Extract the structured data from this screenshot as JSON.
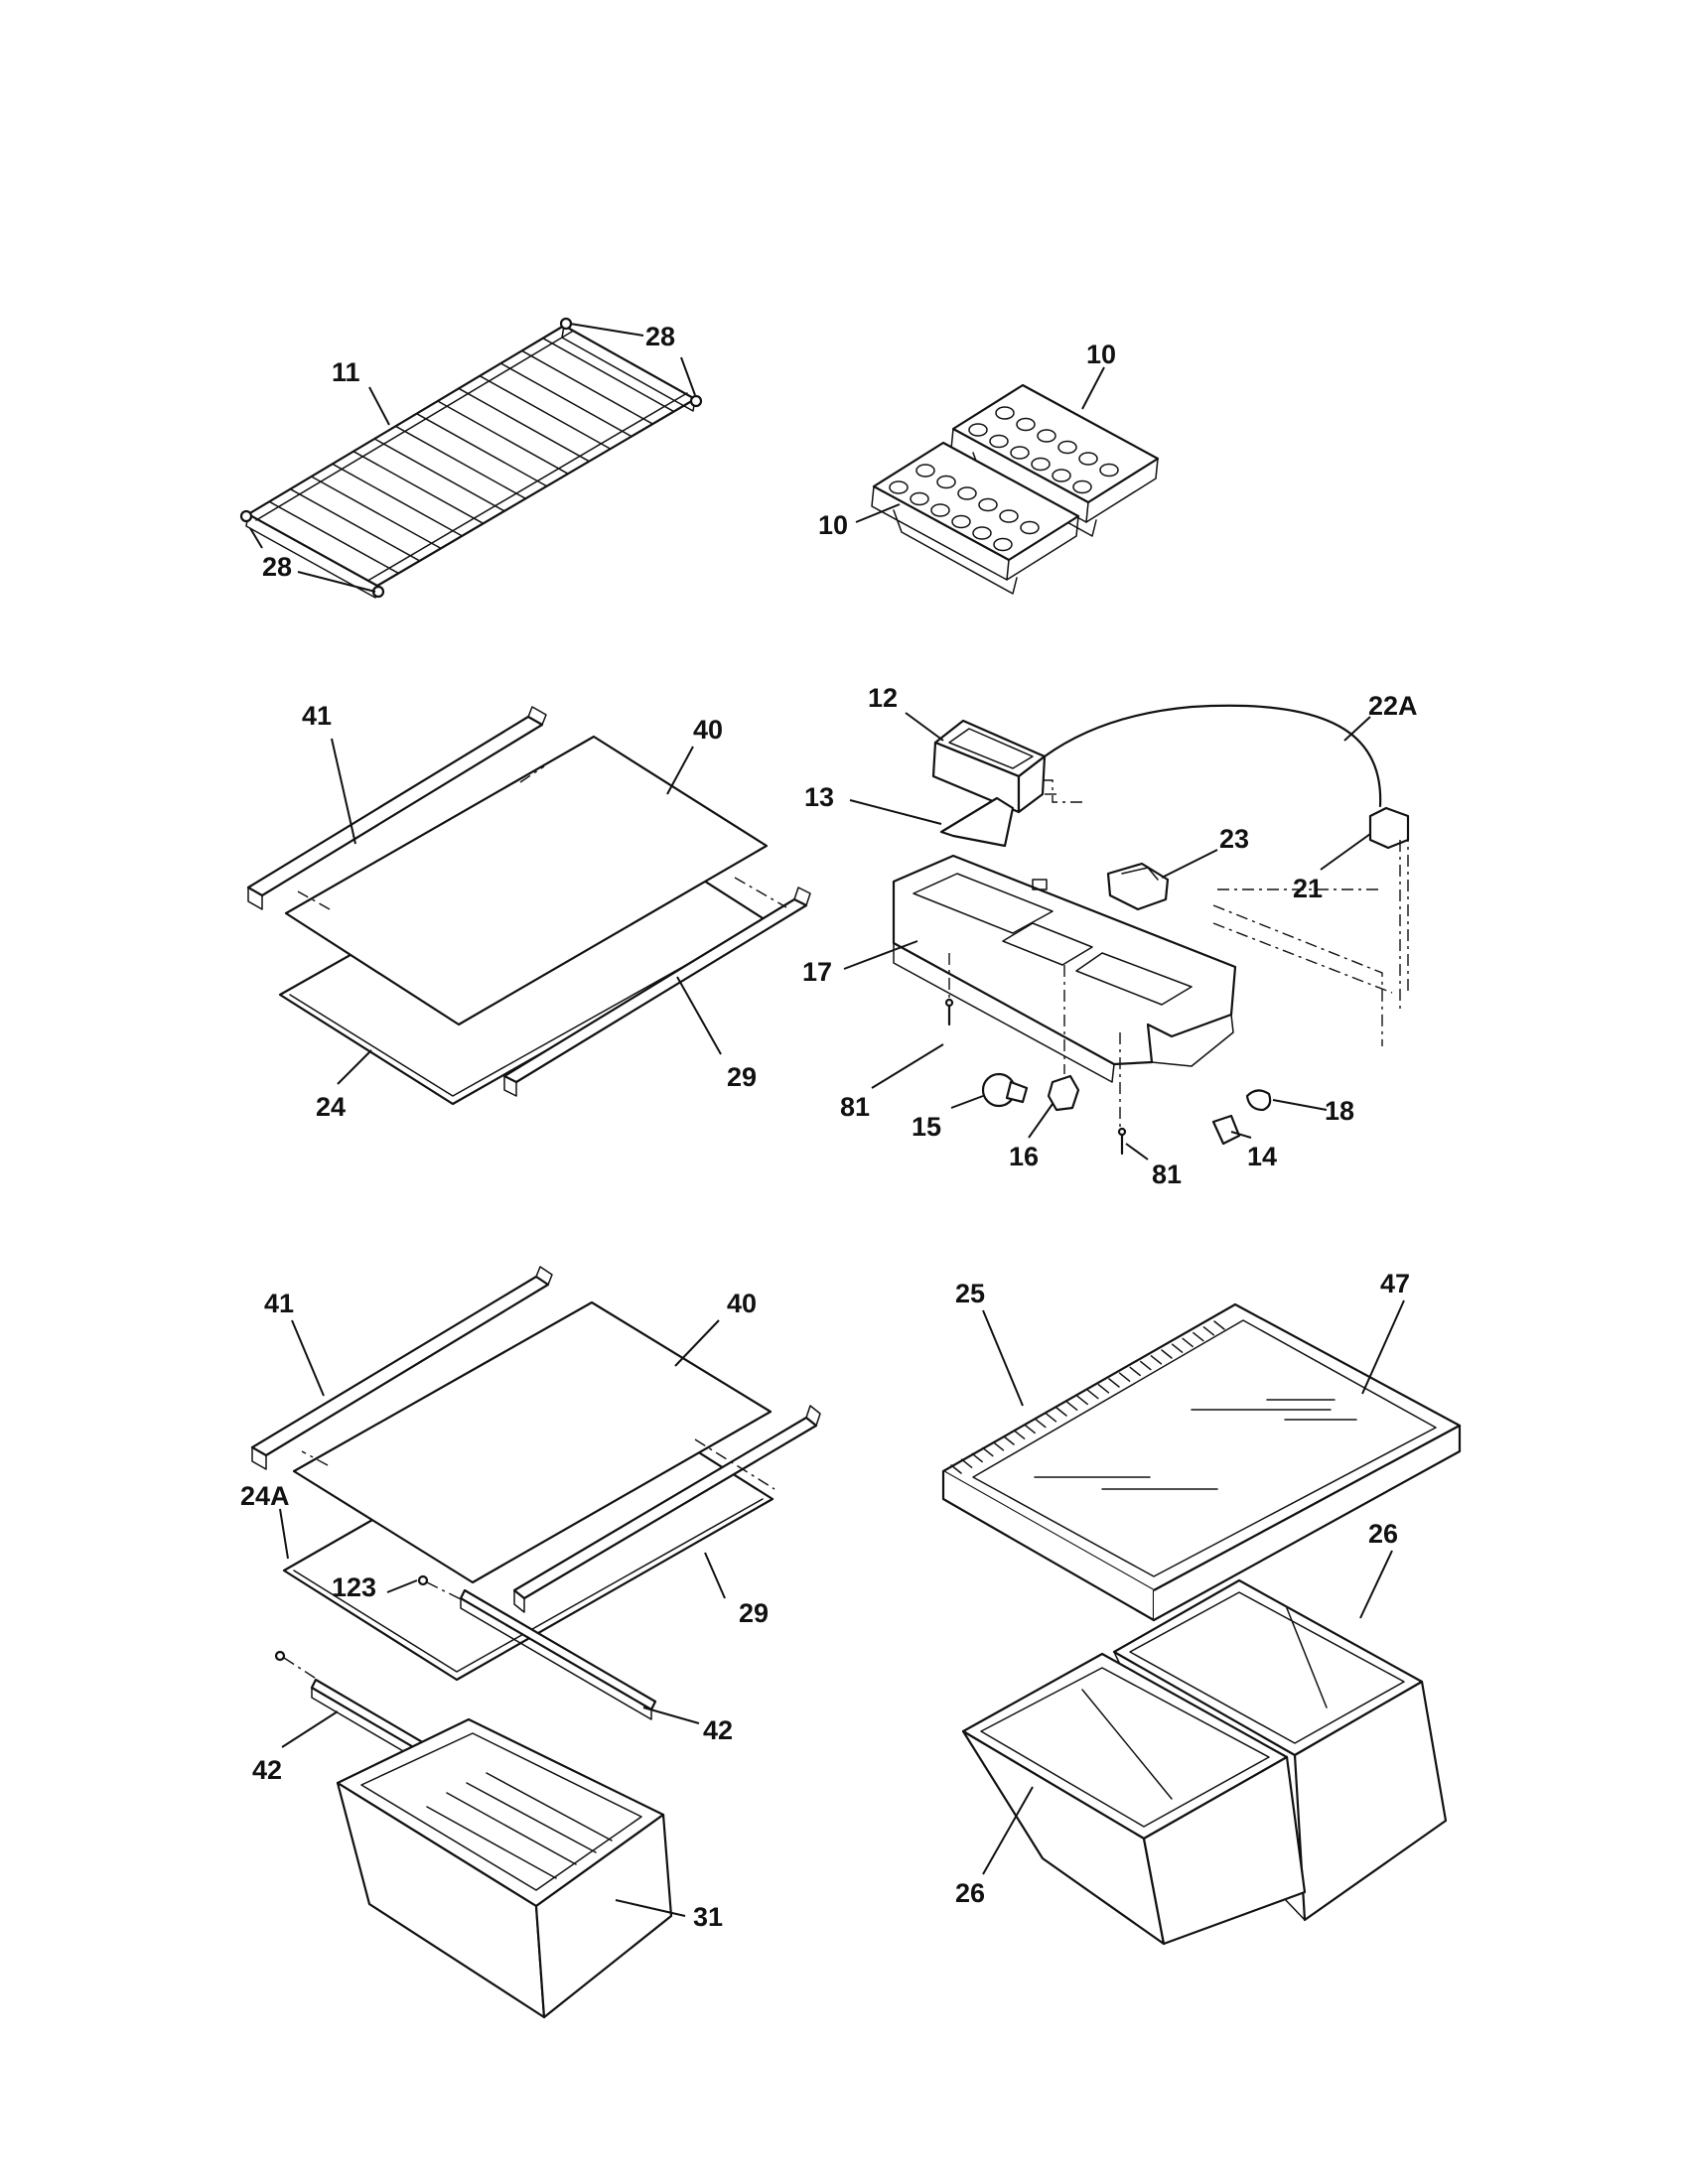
{
  "callouts": [
    {
      "id": "11",
      "text": "11"
    },
    {
      "id": "28a",
      "text": "28"
    },
    {
      "id": "28b",
      "text": "28"
    },
    {
      "id": "10a",
      "text": "10"
    },
    {
      "id": "10b",
      "text": "10"
    },
    {
      "id": "41a",
      "text": "41"
    },
    {
      "id": "40a",
      "text": "40"
    },
    {
      "id": "29a",
      "text": "29"
    },
    {
      "id": "24",
      "text": "24"
    },
    {
      "id": "12",
      "text": "12"
    },
    {
      "id": "22A",
      "text": "22A"
    },
    {
      "id": "13",
      "text": "13"
    },
    {
      "id": "23",
      "text": "23"
    },
    {
      "id": "21",
      "text": "21"
    },
    {
      "id": "17",
      "text": "17"
    },
    {
      "id": "81a",
      "text": "81"
    },
    {
      "id": "18",
      "text": "18"
    },
    {
      "id": "15",
      "text": "15"
    },
    {
      "id": "16",
      "text": "16"
    },
    {
      "id": "81b",
      "text": "81"
    },
    {
      "id": "14",
      "text": "14"
    },
    {
      "id": "41b",
      "text": "41"
    },
    {
      "id": "40b",
      "text": "40"
    },
    {
      "id": "24A",
      "text": "24A"
    },
    {
      "id": "123",
      "text": "123"
    },
    {
      "id": "29b",
      "text": "29"
    },
    {
      "id": "42a",
      "text": "42"
    },
    {
      "id": "42b",
      "text": "42"
    },
    {
      "id": "31",
      "text": "31"
    },
    {
      "id": "25",
      "text": "25"
    },
    {
      "id": "47",
      "text": "47"
    },
    {
      "id": "26a",
      "text": "26"
    },
    {
      "id": "26b",
      "text": "26"
    }
  ]
}
